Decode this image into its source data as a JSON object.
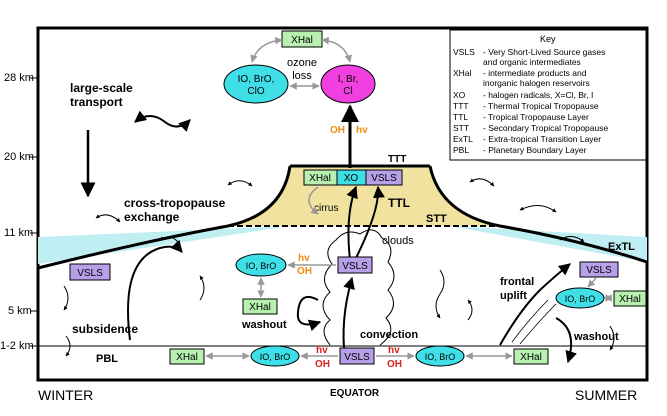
{
  "altitudes": [
    "28 km",
    "20 km",
    "11 km",
    "5 km",
    "1-2 km"
  ],
  "seasons": {
    "left": "WINTER",
    "center": "EQUATOR",
    "right": "SUMMER"
  },
  "regions": {
    "large_scale_transport": [
      "large-scale",
      "transport"
    ],
    "cross_tropopause_exchange": [
      "cross-tropopause",
      "exchange"
    ],
    "subsidence": "subsidence",
    "pbl": "PBL",
    "ttt": "TTT",
    "ttl": "TTL",
    "stt": "STT",
    "extl": "ExTL",
    "cirrus": "cirrus",
    "clouds": "clouds",
    "frontal_uplift": [
      "frontal",
      "uplift"
    ],
    "washout_left": "washout",
    "washout_right": "washout",
    "convection": "convection",
    "ozone_loss": [
      "ozone",
      "loss"
    ]
  },
  "species": {
    "xhal": "XHal",
    "xo": "XO",
    "vsls": "VSLS",
    "io_bro_clo": [
      "IO, BrO,",
      "ClO"
    ],
    "i_br_cl": [
      "I, Br,",
      "Cl"
    ],
    "io_bro": "IO, BrO"
  },
  "photo": {
    "oh": "OH",
    "hv": "hv"
  },
  "key": {
    "title": "Key",
    "entries": [
      {
        "abbr": "VSLS",
        "desc": "- Very Short-Lived Source gases"
      },
      {
        "abbr": "",
        "desc": "and organic intermediates"
      },
      {
        "abbr": "XHal",
        "desc": "- intermediate products and"
      },
      {
        "abbr": "",
        "desc": "inorganic halogen reservoirs"
      },
      {
        "abbr": "XO",
        "desc": "- halogen radicals, X=Cl, Br, I"
      },
      {
        "abbr": "TTT",
        "desc": "- Thermal Tropical Tropopause"
      },
      {
        "abbr": "TTL",
        "desc": "- Tropical Tropopause Layer"
      },
      {
        "abbr": "STT",
        "desc": "- Secondary Tropical Tropopause"
      },
      {
        "abbr": "ExTL",
        "desc": "- Extra-tropical Transition Layer"
      },
      {
        "abbr": "PBL",
        "desc": "- Planetary Boundary Layer"
      }
    ]
  },
  "colors": {
    "xhal_fill": "#b8f0b0",
    "vsls_fill": "#b7a0e8",
    "xo_fill": "#3fdfe8",
    "radical_fill": "#3fdfe8",
    "ibrcl_fill": "#f040e0",
    "ttl_fill": "#f2e2a0",
    "extl_fill": "#bfeff2",
    "photo_orange": "#f08a10",
    "photo_red": "#dd2020"
  }
}
